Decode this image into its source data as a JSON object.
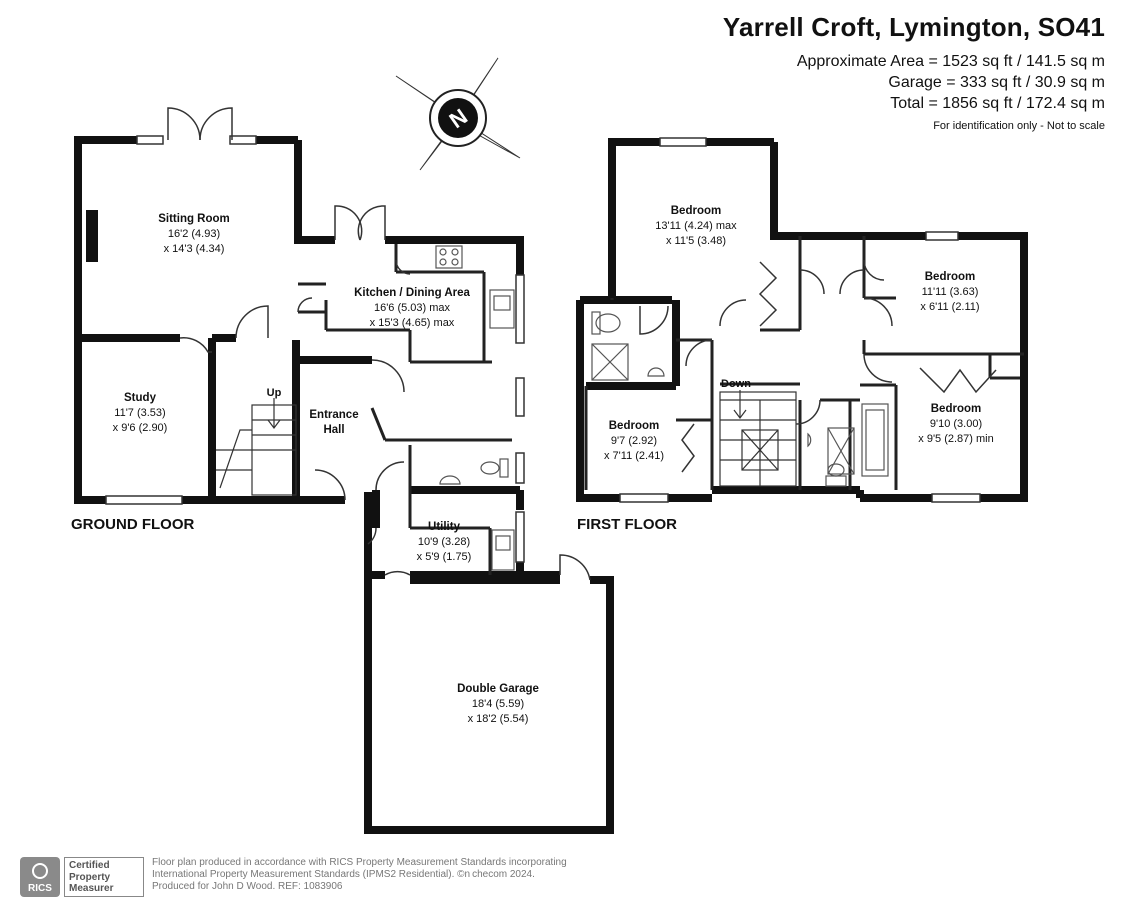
{
  "header": {
    "title": "Yarrell Croft, Lymington, SO41",
    "area_lines": [
      "Approximate Area = 1523 sq ft / 141.5 sq m",
      "Garage = 333 sq ft / 30.9 sq m",
      "Total = 1856 sq ft / 172.4 sq m"
    ],
    "disclaimer": "For identification only - Not to scale"
  },
  "compass": {
    "label": "N"
  },
  "floors": {
    "ground": "GROUND FLOOR",
    "first": "FIRST FLOOR"
  },
  "rooms": {
    "sitting": {
      "name": "Sitting Room",
      "l1": "16'2 (4.93)",
      "l2": "x 14'3 (4.34)"
    },
    "kitchen": {
      "name": "Kitchen / Dining Area",
      "l1": "16'6 (5.03) max",
      "l2": "x 15'3 (4.65) max"
    },
    "study": {
      "name": "Study",
      "l1": "11'7 (3.53)",
      "l2": "x 9'6 (2.90)"
    },
    "hall": {
      "name1": "Entrance",
      "name2": "Hall"
    },
    "utility": {
      "name": "Utility",
      "l1": "10'9 (3.28)",
      "l2": "x 5'9 (1.75)"
    },
    "garage": {
      "name": "Double Garage",
      "l1": "18'4 (5.59)",
      "l2": "x 18'2 (5.54)"
    },
    "bed1": {
      "name": "Bedroom",
      "l1": "13'11 (4.24) max",
      "l2": "x 11'5 (3.48)"
    },
    "bed2": {
      "name": "Bedroom",
      "l1": "11'11 (3.63)",
      "l2": "x 6'11 (2.11)"
    },
    "bed3": {
      "name": "Bedroom",
      "l1": "9'7 (2.92)",
      "l2": "x 7'11 (2.41)"
    },
    "bed4": {
      "name": "Bedroom",
      "l1": "9'10 (3.00)",
      "l2": "x 9'5 (2.87) min"
    }
  },
  "stairs": {
    "up": "Up",
    "down": "Down"
  },
  "footer": {
    "line1": "Floor plan produced in accordance with RICS Property Measurement Standards incorporating",
    "line2": "International Property Measurement Standards (IPMS2 Residential).  ©n checom 2024.",
    "line3": "Produced for John D Wood.   REF:  1083906",
    "badge": "RICS",
    "cpm": [
      "Certified",
      "Property",
      "Measurer"
    ]
  },
  "colors": {
    "wall": "#111111",
    "line": "#333333",
    "fixture": "#666666"
  }
}
